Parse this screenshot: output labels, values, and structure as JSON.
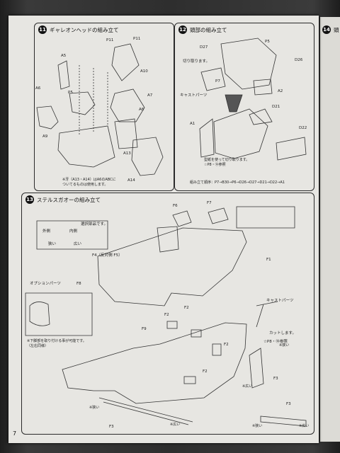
{
  "sections": {
    "s11": {
      "num": "11",
      "title": "ギャレオンヘッドの組み立て"
    },
    "s12": {
      "num": "12",
      "title": "頭部の組み立て"
    },
    "s13": {
      "num": "13",
      "title": "ステルスガオーの組み立て"
    },
    "s14": {
      "num": "14",
      "title": "頭"
    }
  },
  "labels11": {
    "p11a": "P11",
    "p11b": "P11",
    "a5": "A5",
    "a10": "A10",
    "a6a": "A6",
    "p5": "P5",
    "a7": "A7",
    "a6b": "A6",
    "a9": "A9",
    "a13": "A13",
    "a14": "A14"
  },
  "note11": [
    "※牙（A13・A14）はA6のABCに",
    "ついてるものは使用します。"
  ],
  "labels12": {
    "d27": "D27",
    "kirit": "切り取ります。",
    "p5": "P5",
    "d26": "D26",
    "cast": "キャストパーツ",
    "p7": "P7",
    "a2": "A2",
    "d21": "D21",
    "a1": "A1",
    "d22": "D22"
  },
  "note12": [
    "型紙を使って切り取ります。",
    "☆P8・⑭参照"
  ],
  "order12": "組み立て順序：P7→B30→P6→D26→D27→D21→D22→A1",
  "labels13": {
    "f6": "F6",
    "f7": "F7",
    "naigawa": "内側",
    "sotogawa": "外側",
    "hiroi": "広い",
    "semai": "狭い",
    "sentaku": "選択部品です。",
    "f4f5": "F4（反対側 F5）",
    "f1": "F1",
    "option": "オプションパーツ",
    "f8": "F8",
    "cast": "キャストパーツ",
    "cut": "カットします。",
    "ref": "☆P8・⑭参照",
    "f2a": "F2",
    "f2b": "F2",
    "f2c": "F2",
    "f2d": "F2",
    "f9": "F9",
    "f3a": "F3",
    "f3b": "F3",
    "f3c": "F3",
    "semai2": "※狭い",
    "hiroi2": "※広い",
    "semai3": "※狭い",
    "hiroi3": "※広い",
    "semai4": "※狭い",
    "hiroi4": "※広い"
  },
  "note13": [
    "※下脚部を取り付ける事が可能です。",
    "（左右同様）"
  ],
  "page_number": "7"
}
